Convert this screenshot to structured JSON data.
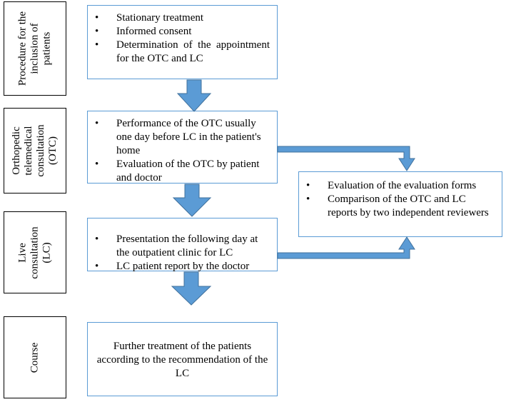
{
  "labels": {
    "procedure": "Procedure for the inclusion of patients",
    "otc": "Orthopedic telemedical consultation (OTC)",
    "lc": "Live consultation (LC)",
    "course": "Course"
  },
  "procedure_items": [
    "Stationary treatment",
    "Informed consent",
    "Determination of the appointment for the OTC and LC"
  ],
  "otc_items": [
    "Performance of the OTC usually one day before LC in the patient's home",
    "Evaluation of the OTC by patient and doctor"
  ],
  "lc_items": [
    "Presentation the following day at the outpatient clinic for LC",
    "LC patient report by the doctor"
  ],
  "course_text": "Further treatment of the patients according to the recommendation of the LC",
  "evaluation_items": [
    "Evaluation of the evaluation forms",
    "Comparison of the OTC and LC reports by two independent reviewers"
  ],
  "colors": {
    "arrow_fill": "#5b9bd5",
    "arrow_stroke": "#41719c",
    "box_border": "#5b9bd5"
  }
}
